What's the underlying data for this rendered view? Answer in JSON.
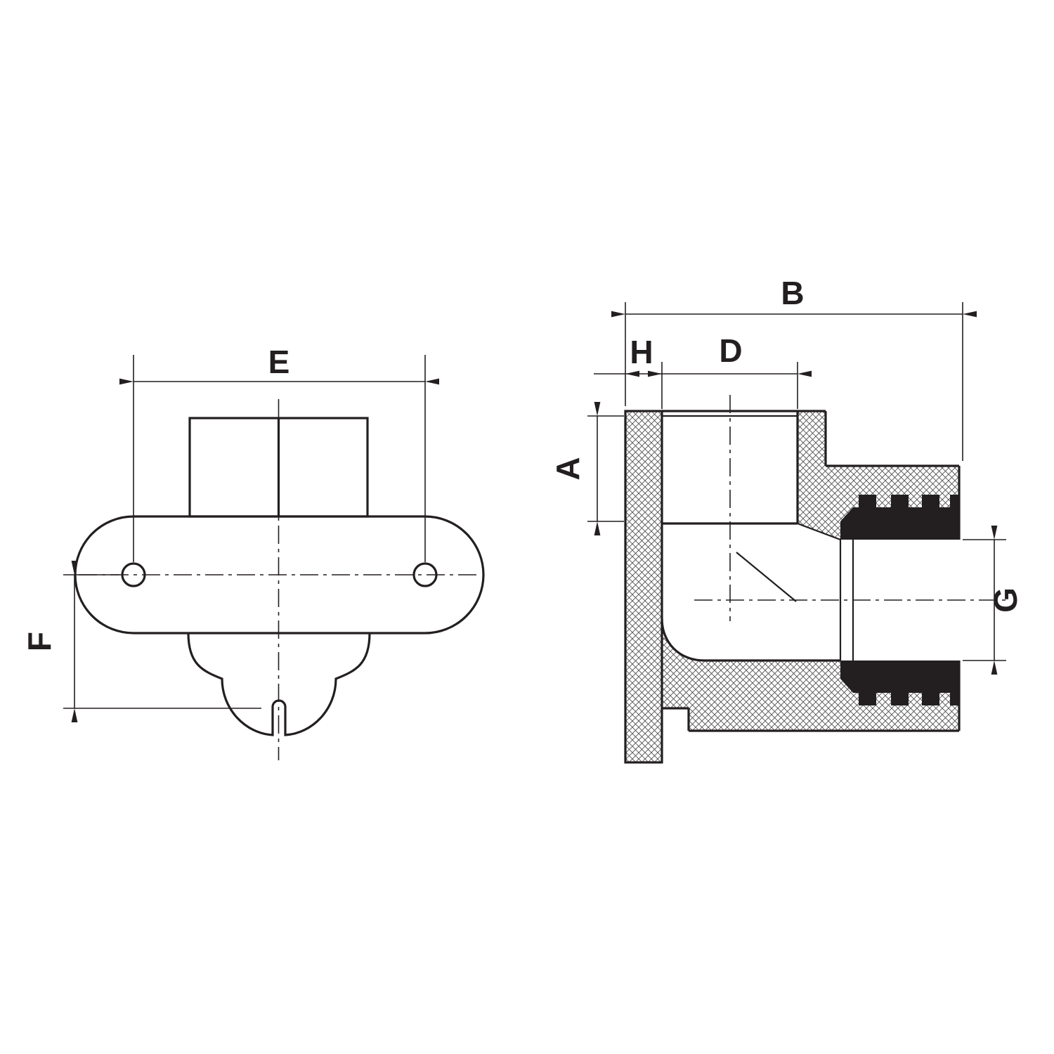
{
  "drawing": {
    "type": "technical-drawing",
    "views": {
      "front_view_dimensions": [
        "E",
        "F"
      ],
      "section_view_dimensions": [
        "B",
        "H",
        "D",
        "A",
        "G"
      ]
    },
    "dimension_labels": {
      "E": "E",
      "F": "F",
      "B": "B",
      "H": "H",
      "D": "D",
      "A": "A",
      "G": "G"
    }
  },
  "colors": {
    "line": "#231f20",
    "hatch": "#4f4f4f",
    "thread_fill": "#231f20",
    "background": "#ffffff"
  }
}
